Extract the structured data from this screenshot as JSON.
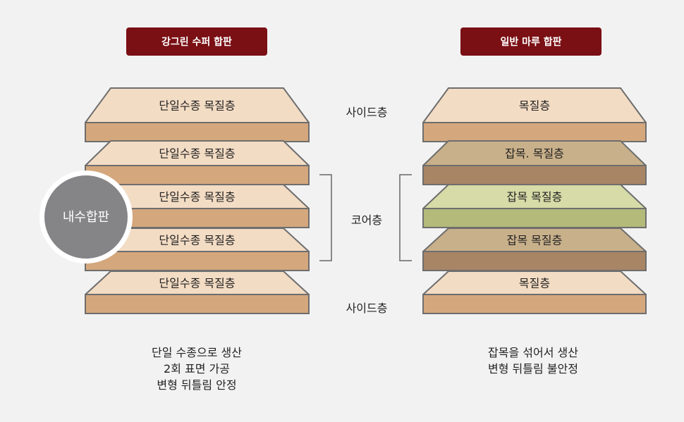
{
  "colors": {
    "title_bg": "#7a0f14",
    "outline": "#6e6e6e",
    "light_top": "#f3dcc4",
    "light_side": "#d4a77d",
    "mid_top": "#c8b08a",
    "mid_side": "#a88565",
    "green_top": "#d6dba7",
    "green_side": "#b3ba7a",
    "badge": "#858588",
    "badge_ring": "#ffffff",
    "bracket": "#666666"
  },
  "left": {
    "title": "강그린 수퍼 합판",
    "layers": [
      {
        "label": "단일수종 목질층",
        "tone": "light"
      },
      {
        "label": "단일수종 목질층",
        "tone": "light"
      },
      {
        "label": "단일수종 목질층",
        "tone": "light"
      },
      {
        "label": "단일수종 목질층",
        "tone": "light"
      },
      {
        "label": "단일수종 목질층",
        "tone": "light"
      }
    ],
    "badge": "내수합판",
    "caption": [
      "단일 수종으로 생산",
      "2회 표면 가공",
      "변형 뒤틀림 안정"
    ]
  },
  "right": {
    "title": "일반 마루 합판",
    "layers": [
      {
        "label": "목질층",
        "tone": "light"
      },
      {
        "label": "잡목. 목질층",
        "tone": "mid"
      },
      {
        "label": "잡목 목질층",
        "tone": "green"
      },
      {
        "label": "잡목 목질층",
        "tone": "mid"
      },
      {
        "label": "목질층",
        "tone": "light"
      }
    ],
    "caption": [
      "잡목을 섞어서 생산",
      "변형 뒤틀림 불안정"
    ]
  },
  "middle": {
    "top_label": "사이드층",
    "core_label": "코어층",
    "bottom_label": "사이드층"
  }
}
